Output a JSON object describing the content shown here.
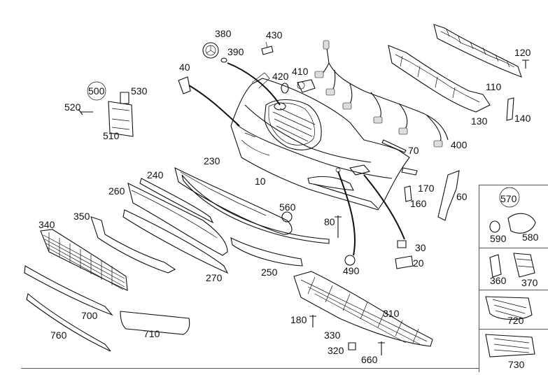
{
  "labels": {
    "p380": "380",
    "p430": "430",
    "p390": "390",
    "p40": "40",
    "p420": "420",
    "p410": "410",
    "p120": "120",
    "p110": "110",
    "p130": "130",
    "p140": "140",
    "p500": "500",
    "p530": "530",
    "p520": "520",
    "p510": "510",
    "p400": "400",
    "p70": "70",
    "p230": "230",
    "p240": "240",
    "p10": "10",
    "p170": "170",
    "p60": "60",
    "p160": "160",
    "p260": "260",
    "p560": "560",
    "p570": "570",
    "p590": "590",
    "p580": "580",
    "p340": "340",
    "p350": "350",
    "p80": "80",
    "p30": "30",
    "p20": "20",
    "p490": "490",
    "p250": "250",
    "p270": "270",
    "p360": "360",
    "p370": "370",
    "p720": "720",
    "p730": "730",
    "p310": "310",
    "p700": "700",
    "p180": "180",
    "p710": "710",
    "p330": "330",
    "p760": "760",
    "p320": "320",
    "p660": "660"
  }
}
